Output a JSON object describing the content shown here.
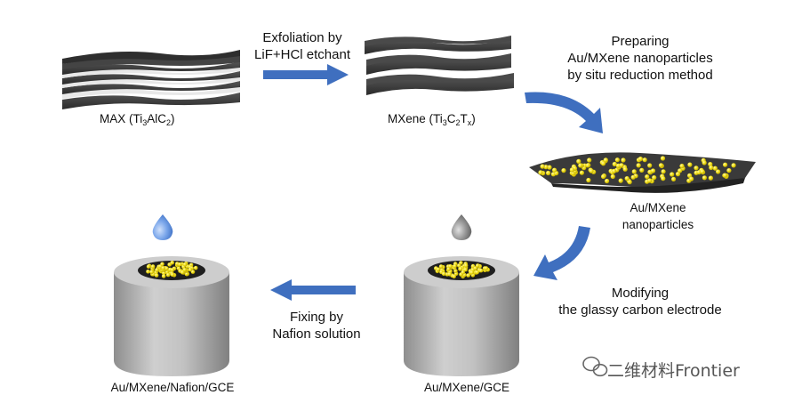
{
  "labels": {
    "max_name": "MAX (Ti",
    "max_sub1": "3",
    "max_mid": "AlC",
    "max_sub2": "2",
    "max_end": ")",
    "mxene_name": "MXene (Ti",
    "mxene_sub1": "3",
    "mxene_mid": "C",
    "mxene_sub2": "2",
    "mxene_t": "T",
    "mxene_sub3": "x",
    "mxene_end": ")",
    "au_np_line1": "Au/MXene",
    "au_np_line2": "nanoparticles",
    "au_gce": "Au/MXene/GCE",
    "au_nafion_gce": "Au/MXene/Nafion/GCE"
  },
  "steps": {
    "exfoliation_line1": "Exfoliation by",
    "exfoliation_line2": "LiF+HCl etchant",
    "preparing_line1": "Preparing",
    "preparing_line2": "Au/MXene nanoparticles",
    "preparing_line3": "by situ reduction method",
    "modifying_line1": "Modifying",
    "modifying_line2": "the glassy carbon electrode",
    "fixing_line1": "Fixing by",
    "fixing_line2": "Nafion solution"
  },
  "watermark": {
    "text": "二维材料Frontier",
    "icon": "wechat-icon"
  },
  "colors": {
    "arrow_blue": "#3f6fbf",
    "mxene_sheet": "#3a3a3a",
    "gold_particle": "#f2e01a",
    "electrode_gray": "#b9b9b9",
    "drop_blue": "#5a8ee0",
    "drop_gray": "#8a8a8a"
  }
}
